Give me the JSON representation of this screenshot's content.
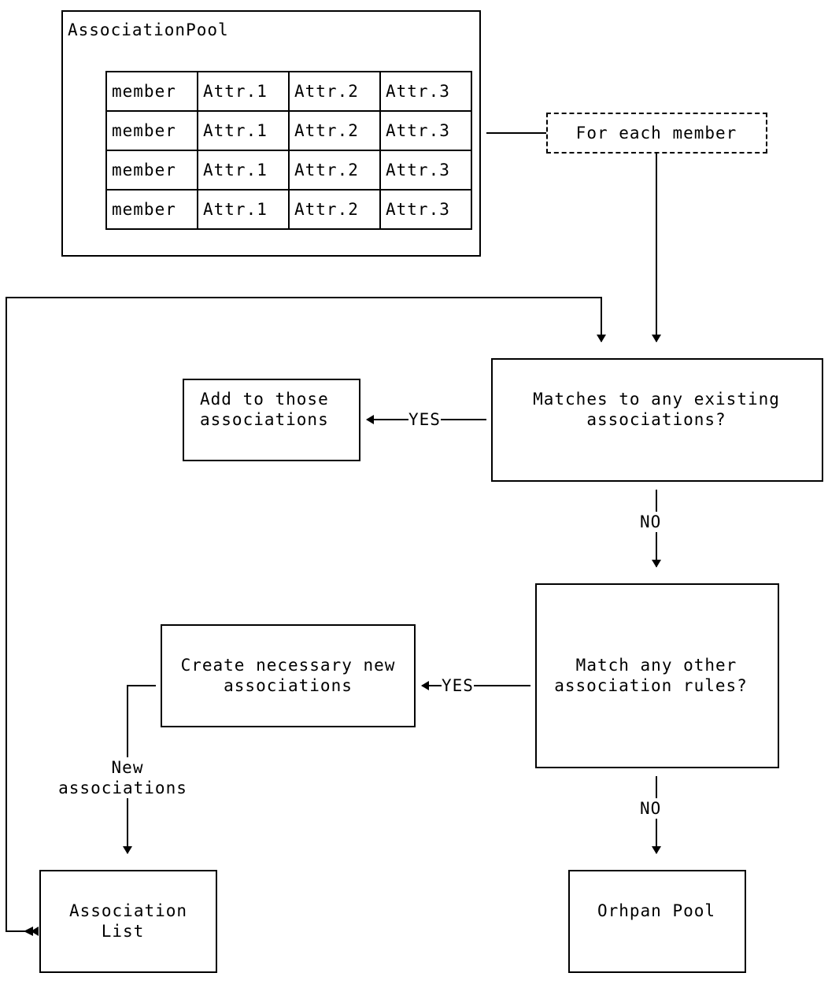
{
  "pool": {
    "title": "AssociationPool",
    "rows": [
      [
        "member",
        "Attr.1",
        "Attr.2",
        "Attr.3"
      ],
      [
        "member",
        "Attr.1",
        "Attr.2",
        "Attr.3"
      ],
      [
        "member",
        "Attr.1",
        "Attr.2",
        "Attr.3"
      ],
      [
        "member",
        "Attr.1",
        "Attr.2",
        "Attr.3"
      ]
    ]
  },
  "loop": {
    "label": "For each member"
  },
  "decision1": {
    "line1": "Matches to any existing",
    "line2": "associations?"
  },
  "action1": {
    "line1": "Add to those",
    "line2": "associations"
  },
  "decision2": {
    "line1": "Match any other",
    "line2": "association rules?"
  },
  "action2": {
    "line1": "Create necessary new",
    "line2": "associations"
  },
  "list": {
    "line1": "Association",
    "line2": "List"
  },
  "orphan": {
    "label": "Orhpan Pool"
  },
  "edges": {
    "yes1": "YES",
    "no1": "NO",
    "yes2": "YES",
    "no2": "NO",
    "new_line1": "New",
    "new_line2": "associations"
  }
}
